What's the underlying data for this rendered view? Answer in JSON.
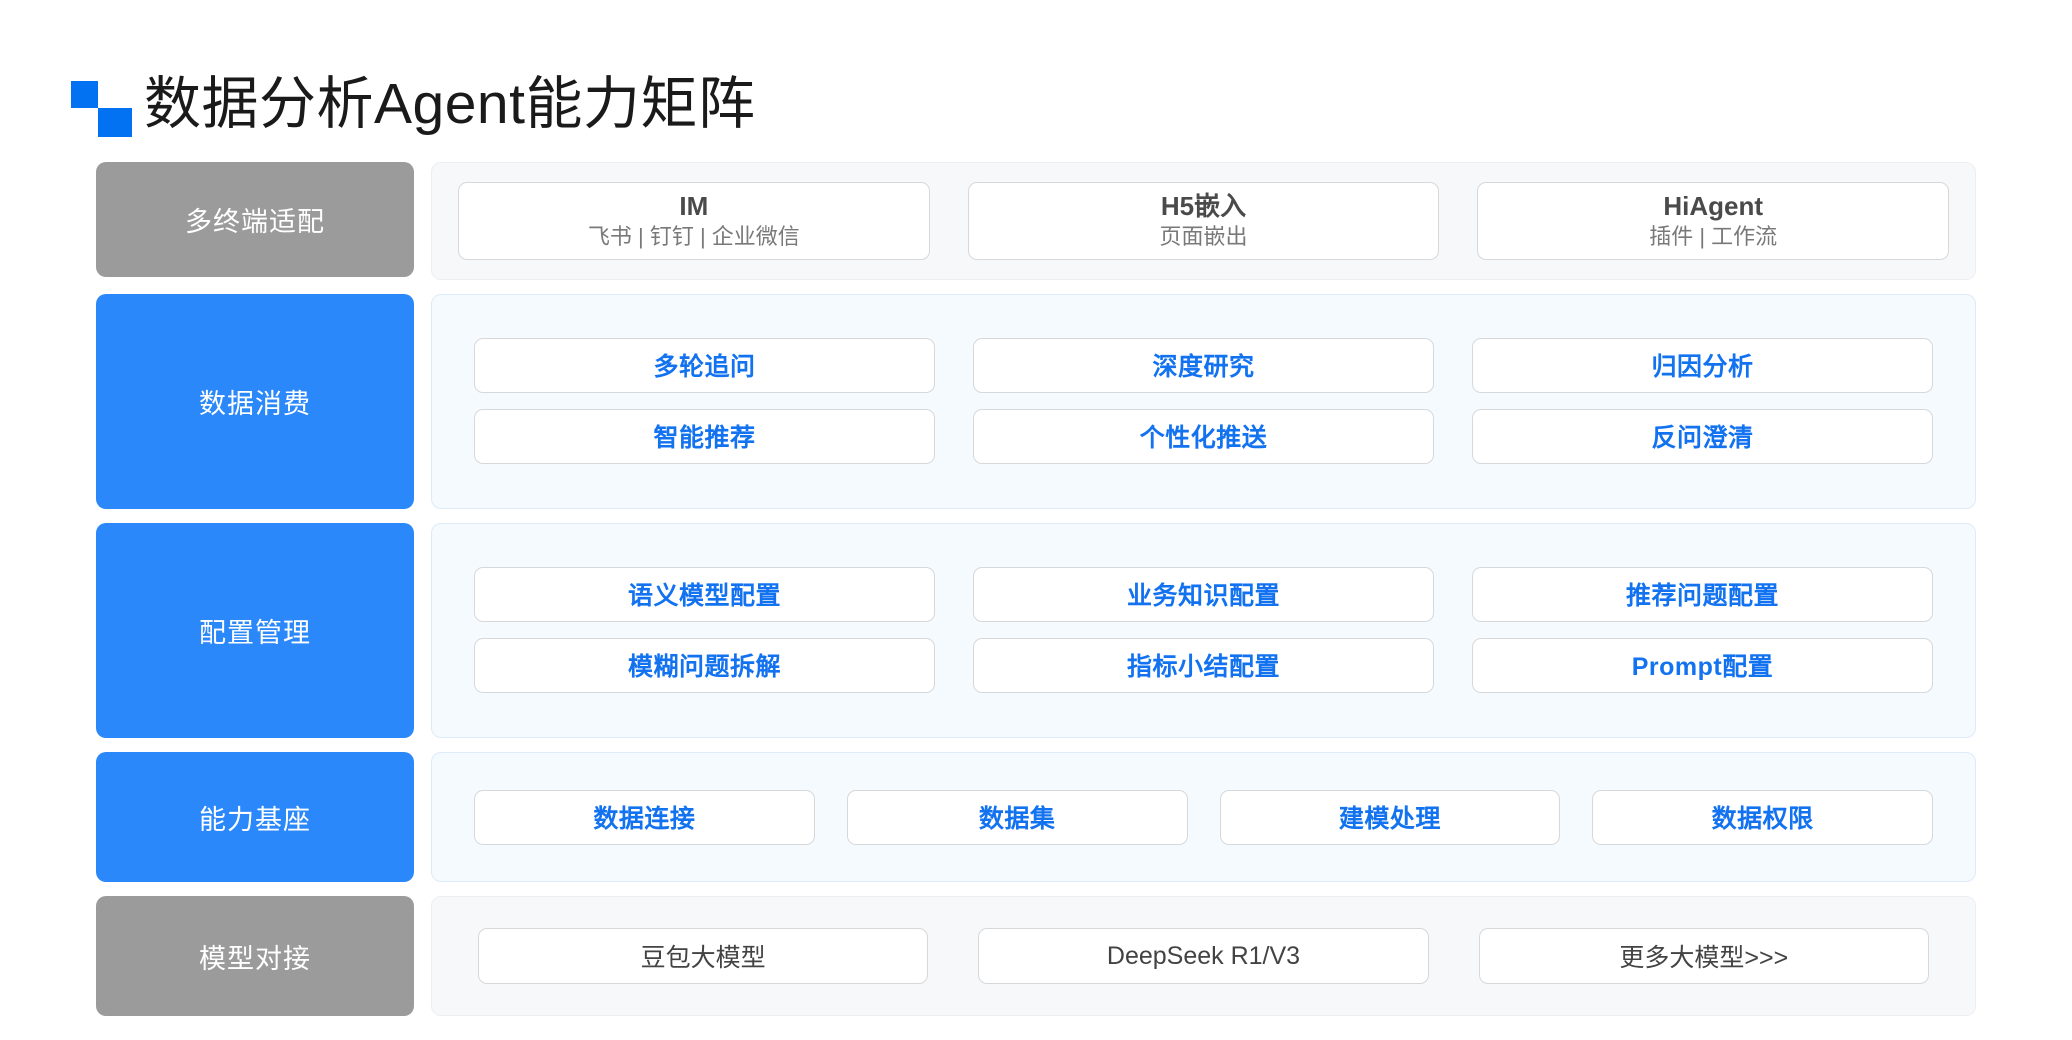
{
  "header": {
    "title": "数据分析Agent能力矩阵",
    "logo_icon": "two-squares-logo-icon",
    "accent_color": "#0271f2"
  },
  "colors": {
    "brand_blue": "#2b88fb",
    "label_gray": "#9b9b9b",
    "card_blue_text": "#1272f0",
    "tinted_panel": "#f5faff",
    "neutral_panel": "#f7f8f9"
  },
  "matrix": {
    "rows": [
      {
        "label": "多终端适配",
        "label_style": "gray",
        "panel_style": "neutral",
        "card_type": "title-sub",
        "lines": [
          [
            {
              "title": "IM",
              "sub": "飞书 | 钉钉 | 企业微信"
            },
            {
              "title": "H5嵌入",
              "sub": "页面嵌出"
            },
            {
              "title": "HiAgent",
              "sub": "插件 | 工作流"
            }
          ]
        ]
      },
      {
        "label": "数据消费",
        "label_style": "blue",
        "panel_style": "tinted",
        "card_type": "blue",
        "lines": [
          [
            {
              "title": "多轮追问"
            },
            {
              "title": "深度研究"
            },
            {
              "title": "归因分析"
            }
          ],
          [
            {
              "title": "智能推荐"
            },
            {
              "title": "个性化推送"
            },
            {
              "title": "反问澄清"
            }
          ]
        ]
      },
      {
        "label": "配置管理",
        "label_style": "blue",
        "panel_style": "tinted",
        "card_type": "blue",
        "lines": [
          [
            {
              "title": "语义模型配置"
            },
            {
              "title": "业务知识配置"
            },
            {
              "title": "推荐问题配置"
            }
          ],
          [
            {
              "title": "模糊问题拆解"
            },
            {
              "title": "指标小结配置"
            },
            {
              "title": "Prompt配置"
            }
          ]
        ]
      },
      {
        "label": "能力基座",
        "label_style": "blue",
        "panel_style": "tinted",
        "card_type": "blue",
        "lines": [
          [
            {
              "title": "数据连接"
            },
            {
              "title": "数据集"
            },
            {
              "title": "建模处理"
            },
            {
              "title": "数据权限"
            }
          ]
        ]
      },
      {
        "label": "模型对接",
        "label_style": "gray",
        "panel_style": "neutral",
        "card_type": "plain",
        "lines": [
          [
            {
              "title": "豆包大模型"
            },
            {
              "title": "DeepSeek R1/V3"
            },
            {
              "title": "更多大模型>>>"
            }
          ]
        ]
      }
    ]
  }
}
